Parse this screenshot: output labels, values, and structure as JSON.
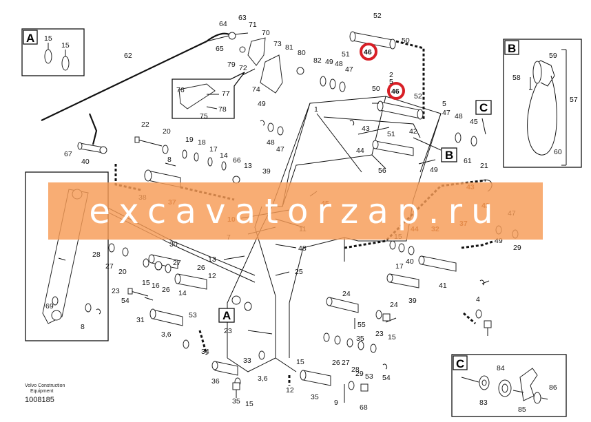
{
  "footer": {
    "maker": "Volvo Construction",
    "equipment": "Equipment",
    "drawing_number": "1008185"
  },
  "watermark": {
    "text": "excavatorzap.ru",
    "color": "#f69b55"
  },
  "detail_boxes": [
    {
      "letter": "A",
      "parts": [
        "15",
        "15"
      ]
    },
    {
      "letter": "B",
      "parts": [
        "59",
        "58",
        "57",
        "60"
      ]
    },
    {
      "letter": "C",
      "parts": [
        "84",
        "86",
        "83",
        "85"
      ]
    }
  ],
  "callout_letters": [
    "A",
    "B",
    "C"
  ],
  "highlight": {
    "part": "46",
    "ring_color": "#d81f26",
    "count": 2
  },
  "labels": [
    "52",
    "63",
    "64",
    "71",
    "70",
    "65",
    "81",
    "80",
    "79",
    "72",
    "73",
    "62",
    "51",
    "50",
    "82",
    "49",
    "48",
    "47",
    "74",
    "76",
    "77",
    "78",
    "75",
    "2",
    "5",
    "50",
    "52",
    "1",
    "49",
    "48",
    "47",
    "5",
    "47",
    "48",
    "45",
    "42",
    "51",
    "43",
    "44",
    "56",
    "49",
    "61",
    "21",
    "22",
    "20",
    "19",
    "18",
    "17",
    "14",
    "13",
    "66",
    "67",
    "40",
    "8",
    "39",
    "38",
    "37",
    "45",
    "43",
    "42",
    "37",
    "44",
    "32",
    "10",
    "11",
    "7",
    "48",
    "47",
    "49",
    "29",
    "28",
    "27",
    "20",
    "30",
    "27",
    "26",
    "12",
    "15",
    "16",
    "26",
    "14",
    "13",
    "15",
    "17",
    "40",
    "41",
    "39",
    "24",
    "4",
    "25",
    "24",
    "23",
    "55",
    "23",
    "54",
    "31",
    "53",
    "3,6",
    "23",
    "35",
    "15",
    "34",
    "33",
    "36",
    "35",
    "15",
    "3,6",
    "15",
    "12",
    "26",
    "27",
    "28",
    "29",
    "53",
    "54",
    "35",
    "9",
    "68",
    "69",
    "8"
  ]
}
